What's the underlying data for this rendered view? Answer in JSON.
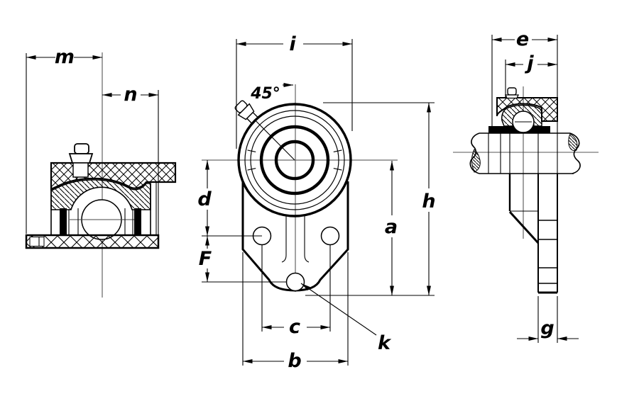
{
  "drawing": {
    "background_color": "#ffffff",
    "line_color": "#000000",
    "centerline_color": "#555555",
    "dimension_labels": {
      "m": "m",
      "n": "n",
      "i": "i",
      "angle_45": "45°",
      "e": "e",
      "j": "j",
      "d": "d",
      "F": "F",
      "a": "a",
      "h": "h",
      "c": "c",
      "b": "b",
      "k": "k",
      "g": "g"
    }
  }
}
